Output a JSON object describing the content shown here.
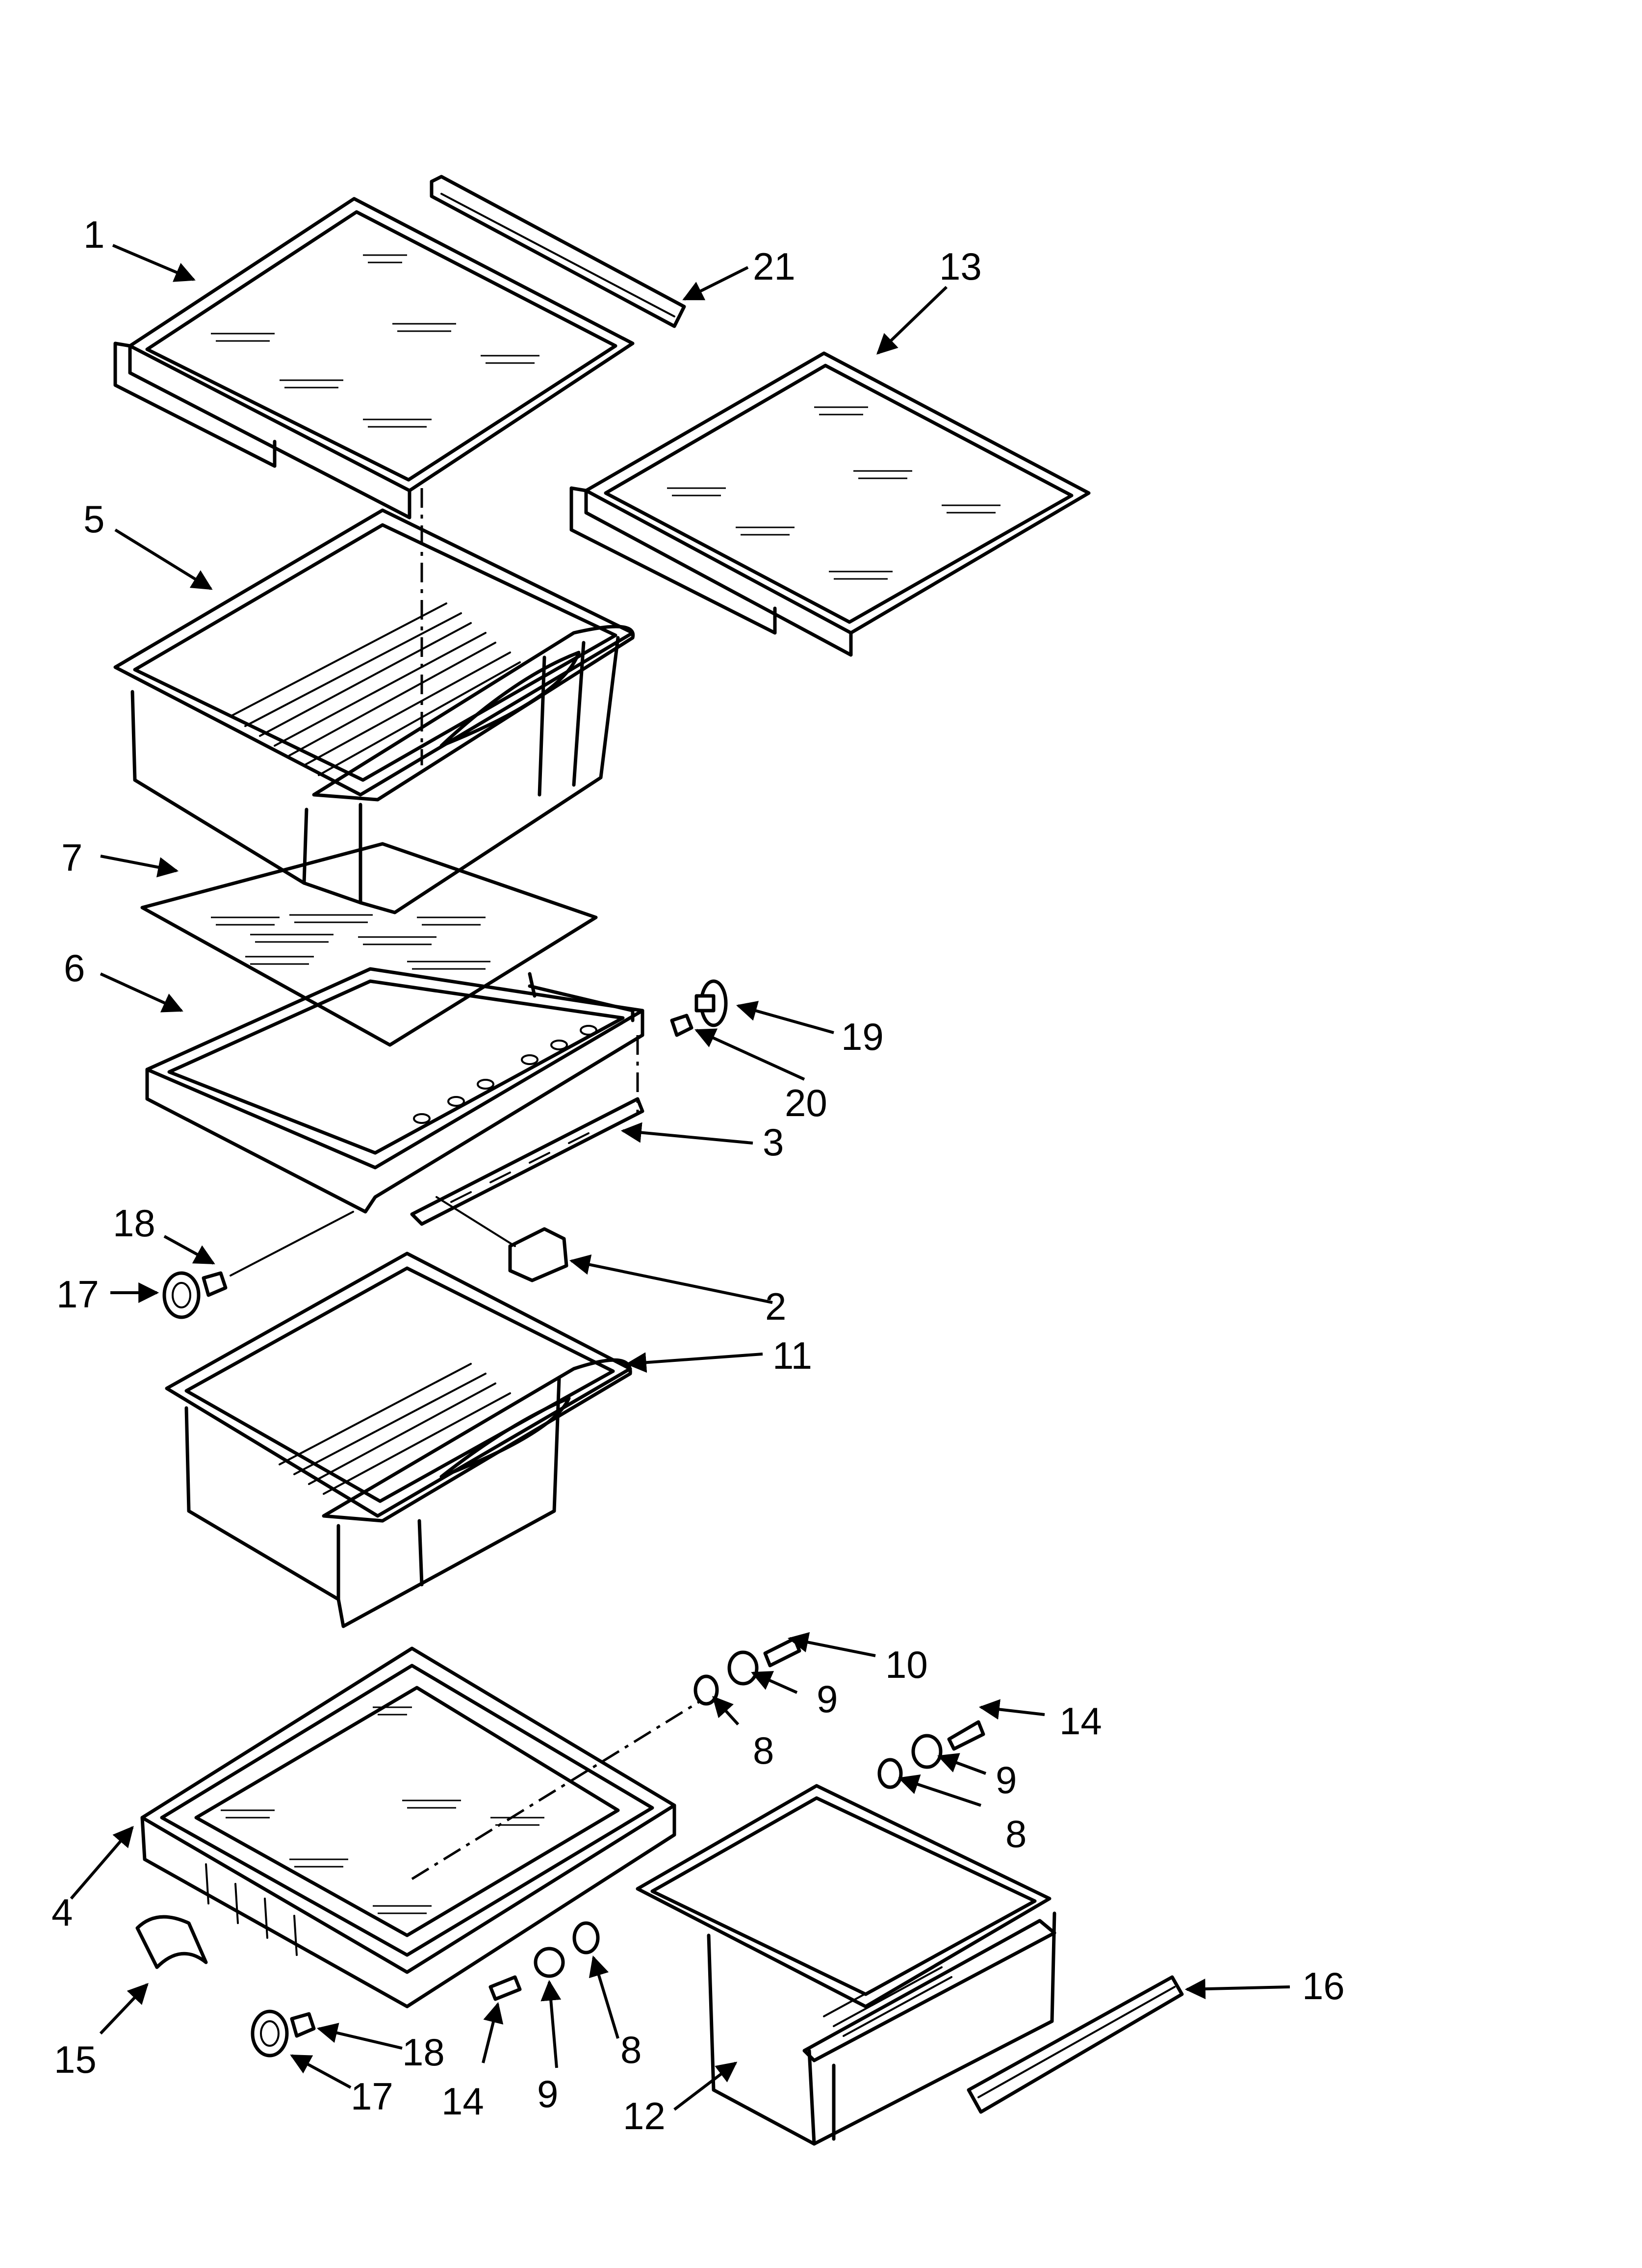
{
  "diagram": {
    "type": "exploded-parts-view",
    "callouts": [
      {
        "id": "c1",
        "label": "1"
      },
      {
        "id": "c21",
        "label": "21"
      },
      {
        "id": "c13",
        "label": "13"
      },
      {
        "id": "c5",
        "label": "5"
      },
      {
        "id": "c7",
        "label": "7"
      },
      {
        "id": "c6",
        "label": "6"
      },
      {
        "id": "c19",
        "label": "19"
      },
      {
        "id": "c20",
        "label": "20"
      },
      {
        "id": "c3",
        "label": "3"
      },
      {
        "id": "c18a",
        "label": "18"
      },
      {
        "id": "c17a",
        "label": "17"
      },
      {
        "id": "c2",
        "label": "2"
      },
      {
        "id": "c11",
        "label": "11"
      },
      {
        "id": "c10",
        "label": "10"
      },
      {
        "id": "c9a",
        "label": "9"
      },
      {
        "id": "c8a",
        "label": "8"
      },
      {
        "id": "c14a",
        "label": "14"
      },
      {
        "id": "c9b",
        "label": "9"
      },
      {
        "id": "c8b",
        "label": "8"
      },
      {
        "id": "c4",
        "label": "4"
      },
      {
        "id": "c16",
        "label": "16"
      },
      {
        "id": "c15",
        "label": "15"
      },
      {
        "id": "c18b",
        "label": "18"
      },
      {
        "id": "c17b",
        "label": "17"
      },
      {
        "id": "c14b",
        "label": "14"
      },
      {
        "id": "c9c",
        "label": "9"
      },
      {
        "id": "c8c",
        "label": "8"
      },
      {
        "id": "c12",
        "label": "12"
      }
    ]
  }
}
